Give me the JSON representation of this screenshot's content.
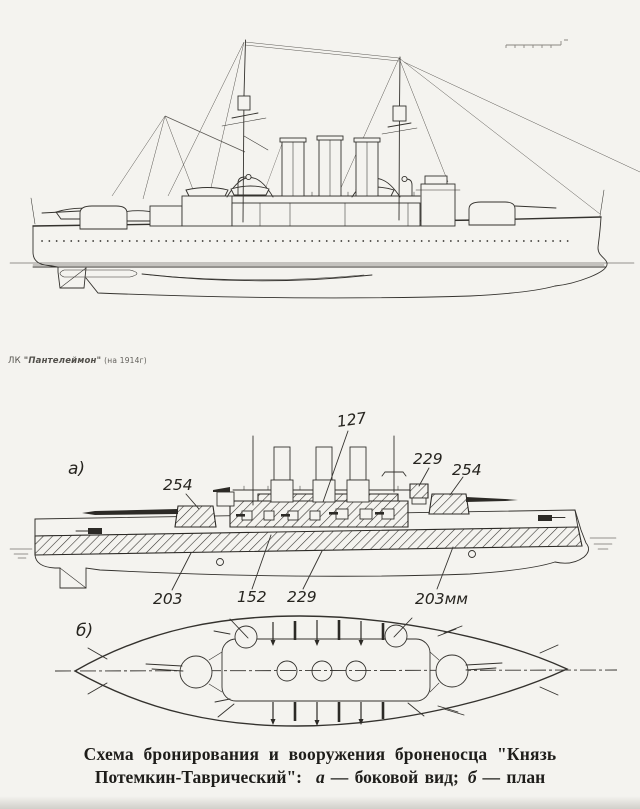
{
  "page": {
    "background": "#f3f2ee",
    "ink": "#2c2a26"
  },
  "profile": {
    "caption": {
      "prefix": "ЛК",
      "name": "\"Пантелеймон\"",
      "suffix": "(на 1914г)"
    }
  },
  "armor_scheme": {
    "side_view_label": "а)",
    "plan_view_label": "б)",
    "labels": {
      "battery": "127",
      "aft_turret": "254",
      "conning_tower": "229",
      "fore_turret": "254",
      "belt_aft": "203",
      "casemate": "152",
      "belt_mid": "229",
      "belt_bow": "203мм"
    }
  },
  "caption": {
    "line1": "Схема  бронирования  и вооружения  броненосца  \"Князь",
    "line2_prefix": "Потемкин-Таврический\":",
    "line2_a": "а",
    "line2_a_desc": "— боковой вид;",
    "line2_b": "б",
    "line2_b_desc": "— план"
  }
}
